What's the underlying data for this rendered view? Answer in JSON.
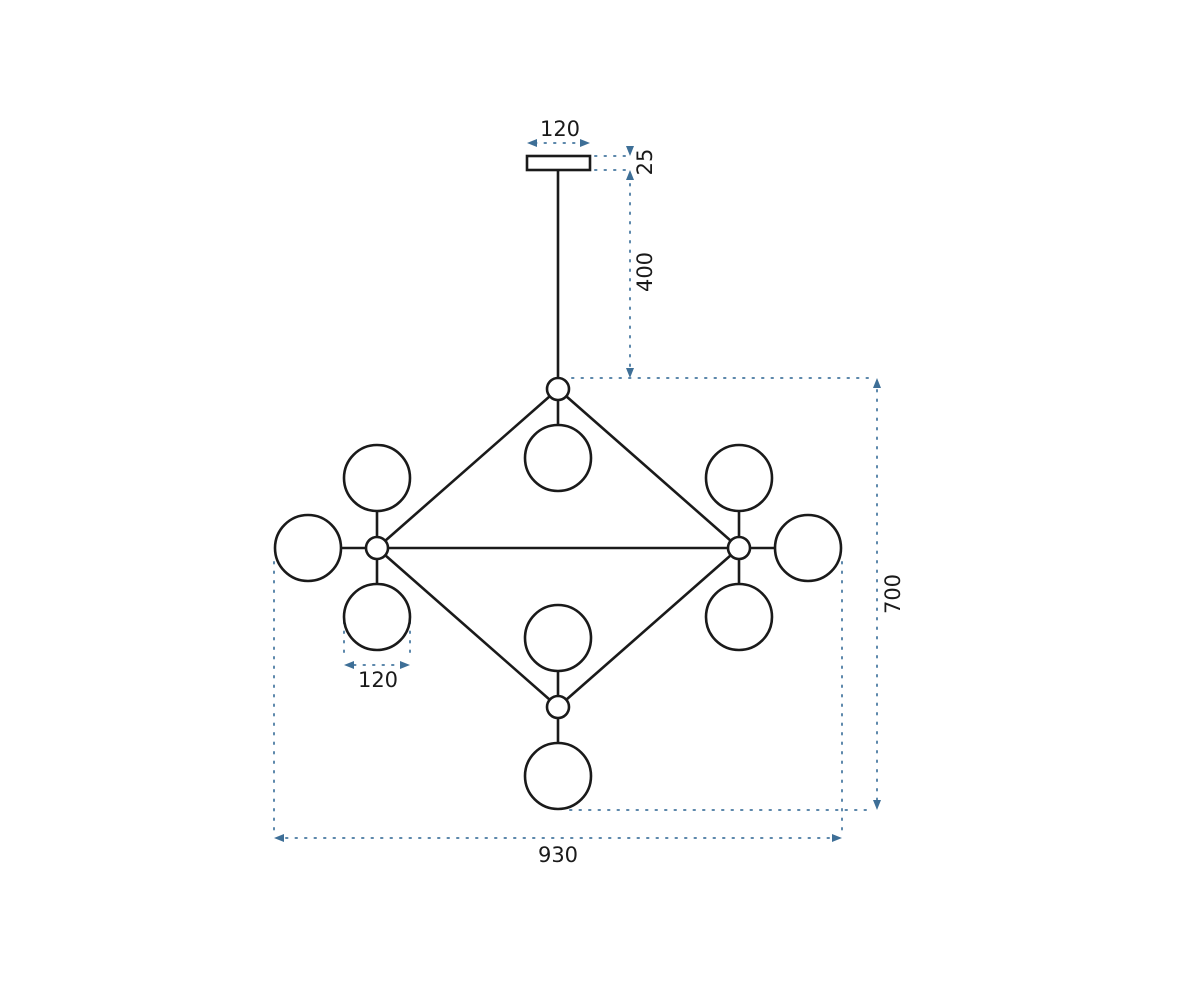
{
  "title": "Pendant lamp dimension drawing",
  "dimensions": {
    "canopy_width": "120",
    "canopy_height": "25",
    "rod_length": "400",
    "body_height": "700",
    "body_width": "930",
    "globe_diameter": "120"
  },
  "colors": {
    "line": "#1a1a1a",
    "dimension": "#3e6f97"
  }
}
